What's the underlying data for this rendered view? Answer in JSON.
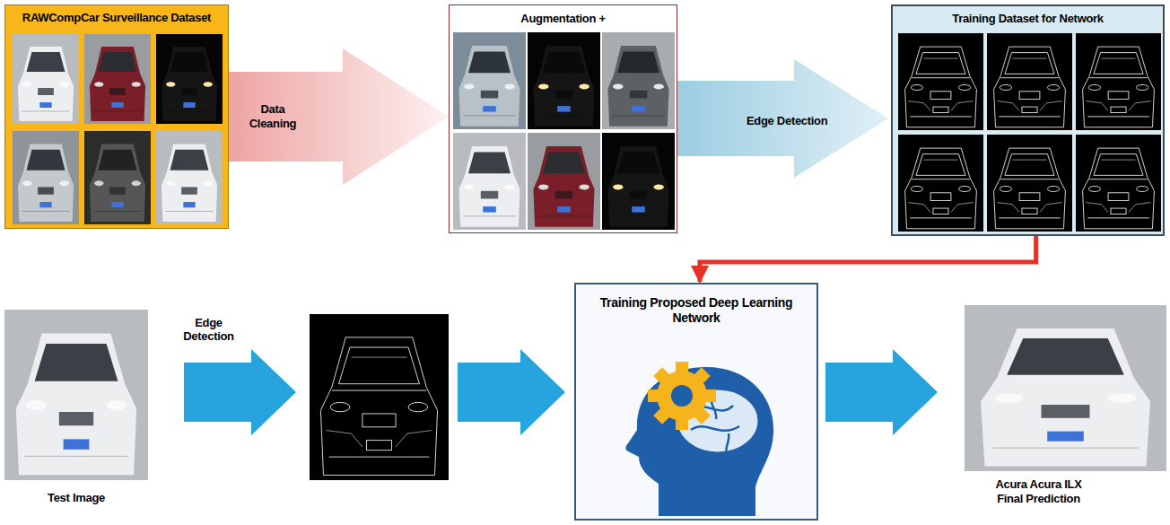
{
  "diagram": {
    "nodes": [
      {
        "text": [
          "RAWCompCar Surveillance Dataset"
        ]
      },
      {
        "text": [
          "Augmentation +"
        ]
      },
      {
        "text": [
          "Training Dataset for Network"
        ]
      },
      {
        "text": [
          "Test Image"
        ]
      },
      {
        "text": []
      },
      {
        "text": [
          "Training Proposed Deep Learning Network"
        ]
      },
      {
        "text": [
          "Acura Acura ILX",
          "Final Prediction"
        ]
      }
    ],
    "edges": [
      {
        "from": 0,
        "to": 1,
        "label": "Data Cleaning",
        "arrow": "to"
      },
      {
        "from": 1,
        "to": 2,
        "label": "Edge Detection",
        "arrow": "to"
      },
      {
        "from": 2,
        "to": 5,
        "arrow": "to"
      },
      {
        "from": 3,
        "to": 4,
        "label": "Edge Detection",
        "arrow": "to"
      },
      {
        "from": 4,
        "to": 5,
        "arrow": "to"
      },
      {
        "from": 5,
        "to": 6,
        "arrow": "to"
      }
    ]
  }
}
